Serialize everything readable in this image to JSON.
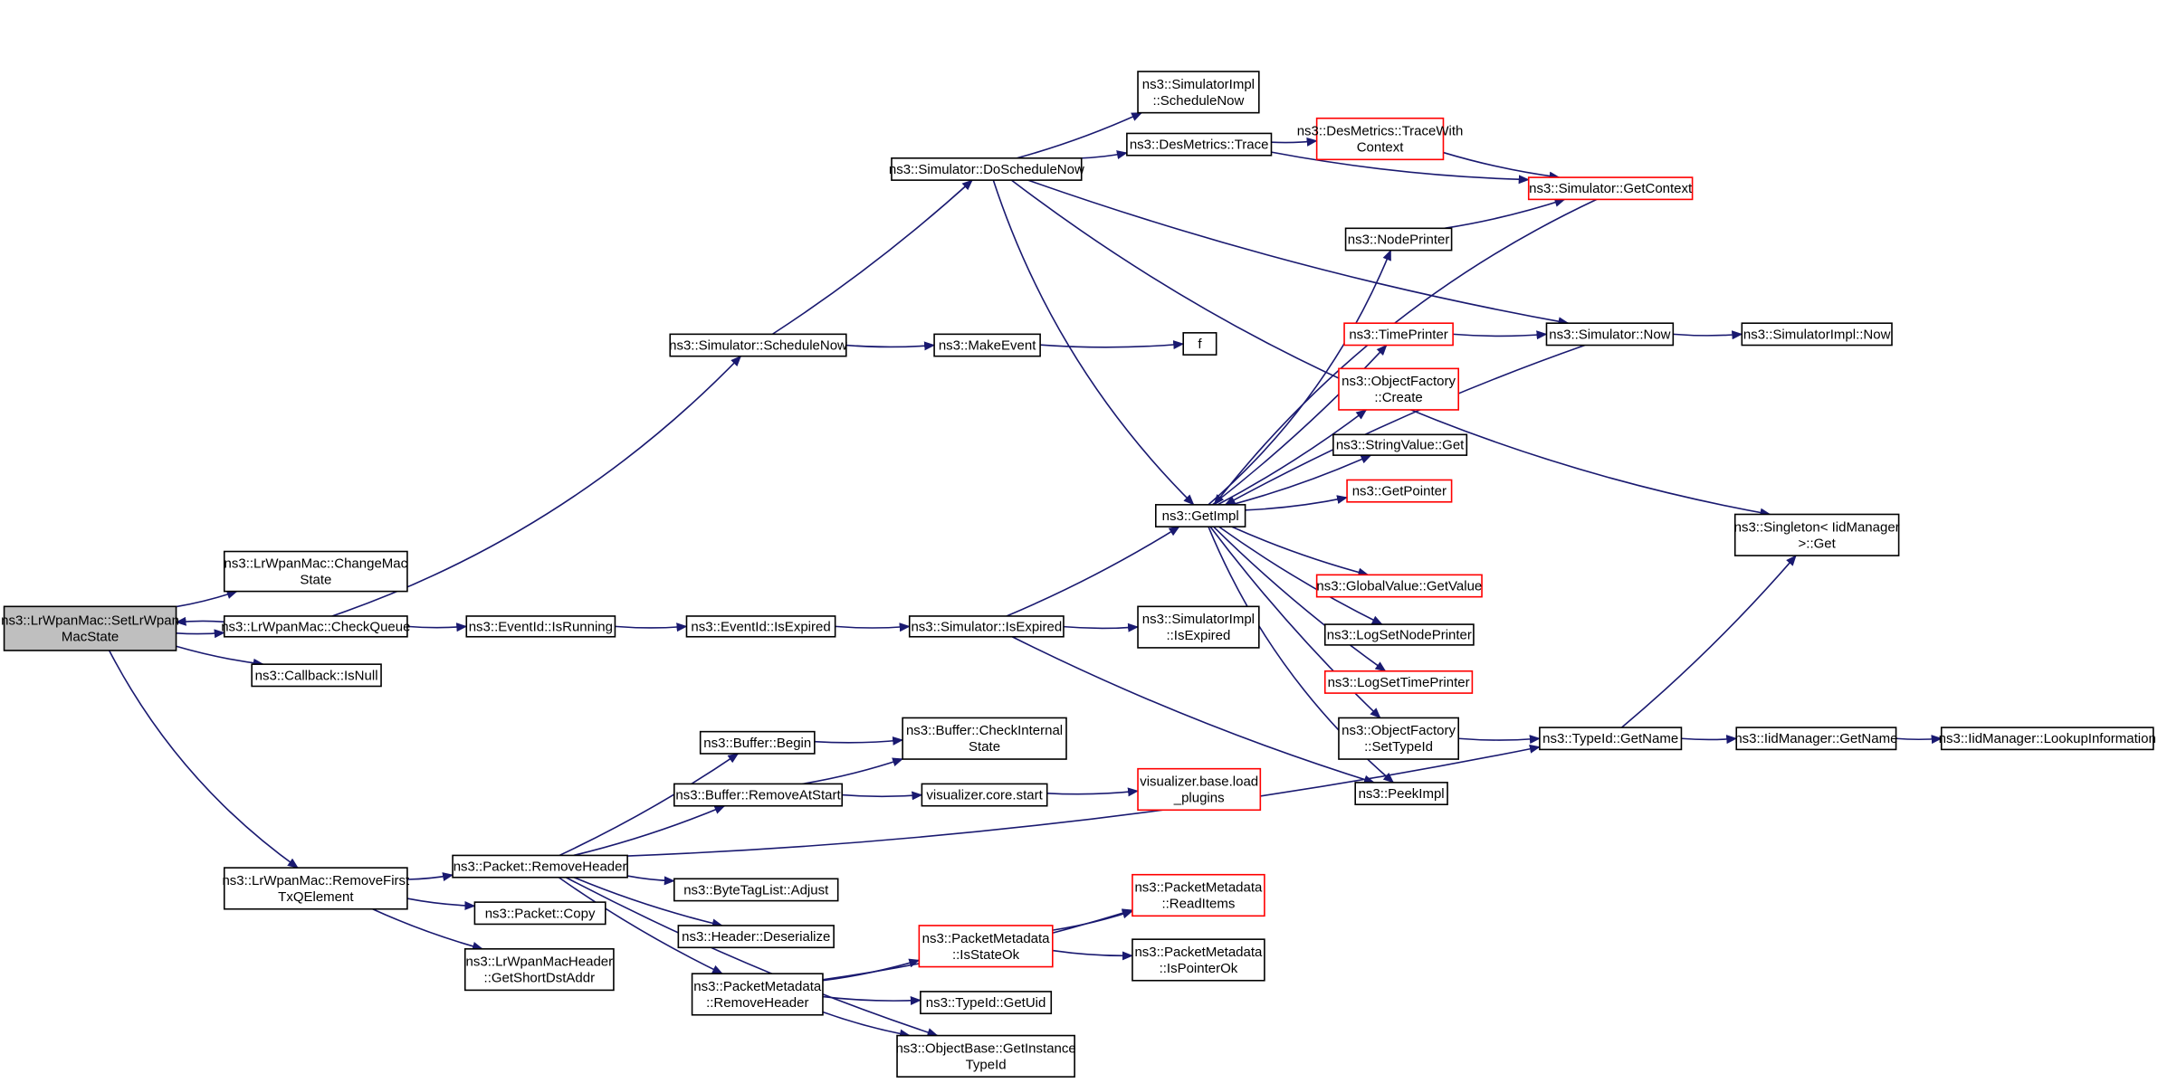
{
  "colors": {
    "edge": "#191970",
    "node_border": "#000000",
    "node_border_truncated": "#ff0000",
    "node_fill": "#ffffff",
    "node_fill_root": "#bfbfbf"
  },
  "nodes": [
    {
      "id": "setmacstate",
      "lines": [
        "ns3::LrWpanMac::SetLrWpan",
        "MacState"
      ],
      "style": "root"
    },
    {
      "id": "changemacstate",
      "lines": [
        "ns3::LrWpanMac::ChangeMac",
        "State"
      ],
      "style": "normal"
    },
    {
      "id": "checkqueue",
      "lines": [
        "ns3::LrWpanMac::CheckQueue"
      ],
      "style": "normal"
    },
    {
      "id": "callbackisnull",
      "lines": [
        "ns3::Callback::IsNull"
      ],
      "style": "normal"
    },
    {
      "id": "removefirst",
      "lines": [
        "ns3::LrWpanMac::RemoveFirst",
        "TxQElement"
      ],
      "style": "normal"
    },
    {
      "id": "sim_schedulenow",
      "lines": [
        "ns3::Simulator::ScheduleNow"
      ],
      "style": "normal"
    },
    {
      "id": "eventid_isrunning",
      "lines": [
        "ns3::EventId::IsRunning"
      ],
      "style": "normal"
    },
    {
      "id": "eventid_isexpired",
      "lines": [
        "ns3::EventId::IsExpired"
      ],
      "style": "normal"
    },
    {
      "id": "sim_isexpired",
      "lines": [
        "ns3::Simulator::IsExpired"
      ],
      "style": "normal"
    },
    {
      "id": "simimpl_isexpired",
      "lines": [
        "ns3::SimulatorImpl",
        "::IsExpired"
      ],
      "style": "normal"
    },
    {
      "id": "sim_doschedulenow",
      "lines": [
        "ns3::Simulator::DoScheduleNow"
      ],
      "style": "normal"
    },
    {
      "id": "makeevent",
      "lines": [
        "ns3::MakeEvent"
      ],
      "style": "normal"
    },
    {
      "id": "f",
      "lines": [
        "f"
      ],
      "style": "normal"
    },
    {
      "id": "simimpl_schedulenow",
      "lines": [
        "ns3::SimulatorImpl",
        "::ScheduleNow"
      ],
      "style": "normal"
    },
    {
      "id": "desmetrics_trace",
      "lines": [
        "ns3::DesMetrics::Trace"
      ],
      "style": "normal"
    },
    {
      "id": "desmetrics_tracewithcontext",
      "lines": [
        "ns3::DesMetrics::TraceWith",
        "Context"
      ],
      "style": "truncated"
    },
    {
      "id": "sim_getcontext",
      "lines": [
        "ns3::Simulator::GetContext"
      ],
      "style": "truncated"
    },
    {
      "id": "nodeprinter",
      "lines": [
        "ns3::NodePrinter"
      ],
      "style": "normal"
    },
    {
      "id": "timeprinter",
      "lines": [
        "ns3::TimePrinter"
      ],
      "style": "truncated"
    },
    {
      "id": "sim_now",
      "lines": [
        "ns3::Simulator::Now"
      ],
      "style": "normal"
    },
    {
      "id": "simimpl_now",
      "lines": [
        "ns3::SimulatorImpl::Now"
      ],
      "style": "normal"
    },
    {
      "id": "objfactory_create",
      "lines": [
        "ns3::ObjectFactory",
        "::Create"
      ],
      "style": "truncated"
    },
    {
      "id": "stringvalue_get",
      "lines": [
        "ns3::StringValue::Get"
      ],
      "style": "normal"
    },
    {
      "id": "getpointer",
      "lines": [
        "ns3::GetPointer"
      ],
      "style": "truncated"
    },
    {
      "id": "getimpl",
      "lines": [
        "ns3::GetImpl"
      ],
      "style": "normal"
    },
    {
      "id": "globalvalue_getvalue",
      "lines": [
        "ns3::GlobalValue::GetValue"
      ],
      "style": "truncated"
    },
    {
      "id": "logsetnodeprinter",
      "lines": [
        "ns3::LogSetNodePrinter"
      ],
      "style": "normal"
    },
    {
      "id": "logsettimeprinter",
      "lines": [
        "ns3::LogSetTimePrinter"
      ],
      "style": "truncated"
    },
    {
      "id": "objfactory_settypeid",
      "lines": [
        "ns3::ObjectFactory",
        "::SetTypeId"
      ],
      "style": "normal"
    },
    {
      "id": "peekimpl",
      "lines": [
        "ns3::PeekImpl"
      ],
      "style": "normal"
    },
    {
      "id": "singleton_get",
      "lines": [
        "ns3::Singleton< IidManager",
        " >::Get"
      ],
      "style": "normal"
    },
    {
      "id": "typeid_getname",
      "lines": [
        "ns3::TypeId::GetName"
      ],
      "style": "normal"
    },
    {
      "id": "iidmanager_getname",
      "lines": [
        "ns3::IidManager::GetName"
      ],
      "style": "normal"
    },
    {
      "id": "iidmanager_lookup",
      "lines": [
        "ns3::IidManager::LookupInformation"
      ],
      "style": "normal"
    },
    {
      "id": "buffer_begin",
      "lines": [
        "ns3::Buffer::Begin"
      ],
      "style": "normal"
    },
    {
      "id": "buffer_checkinternal",
      "lines": [
        "ns3::Buffer::CheckInternal",
        "State"
      ],
      "style": "normal"
    },
    {
      "id": "buffer_removeatstart",
      "lines": [
        "ns3::Buffer::RemoveAtStart"
      ],
      "style": "normal"
    },
    {
      "id": "viz_core_start",
      "lines": [
        "visualizer.core.start"
      ],
      "style": "normal"
    },
    {
      "id": "viz_base_load",
      "lines": [
        "visualizer.base.load",
        "_plugins"
      ],
      "style": "truncated"
    },
    {
      "id": "packet_removeheader",
      "lines": [
        "ns3::Packet::RemoveHeader"
      ],
      "style": "normal"
    },
    {
      "id": "packet_copy",
      "lines": [
        "ns3::Packet::Copy"
      ],
      "style": "normal"
    },
    {
      "id": "lrwpanmacheader",
      "lines": [
        "ns3::LrWpanMacHeader",
        "::GetShortDstAddr"
      ],
      "style": "normal"
    },
    {
      "id": "bytetaglist_adjust",
      "lines": [
        "ns3::ByteTagList::Adjust"
      ],
      "style": "normal"
    },
    {
      "id": "header_deserialize",
      "lines": [
        "ns3::Header::Deserialize"
      ],
      "style": "normal"
    },
    {
      "id": "pktmeta_removeheader",
      "lines": [
        "ns3::PacketMetadata",
        "::RemoveHeader"
      ],
      "style": "normal"
    },
    {
      "id": "pktmeta_isstateok",
      "lines": [
        "ns3::PacketMetadata",
        "::IsStateOk"
      ],
      "style": "truncated"
    },
    {
      "id": "pktmeta_readitems",
      "lines": [
        "ns3::PacketMetadata",
        "::ReadItems"
      ],
      "style": "truncated"
    },
    {
      "id": "pktmeta_ispointerok",
      "lines": [
        "ns3::PacketMetadata",
        "::IsPointerOk"
      ],
      "style": "normal"
    },
    {
      "id": "typeid_getuid",
      "lines": [
        "ns3::TypeId::GetUid"
      ],
      "style": "normal"
    },
    {
      "id": "objbase_getinstancetypeid",
      "lines": [
        "ns3::ObjectBase::GetInstance",
        "TypeId"
      ],
      "style": "normal"
    }
  ],
  "edges": [
    {
      "from": "setmacstate",
      "to": "changemacstate"
    },
    {
      "from": "setmacstate",
      "to": "checkqueue"
    },
    {
      "from": "checkqueue",
      "to": "setmacstate"
    },
    {
      "from": "setmacstate",
      "to": "callbackisnull"
    },
    {
      "from": "setmacstate",
      "to": "removefirst"
    },
    {
      "from": "checkqueue",
      "to": "sim_schedulenow"
    },
    {
      "from": "checkqueue",
      "to": "eventid_isrunning"
    },
    {
      "from": "eventid_isrunning",
      "to": "eventid_isexpired"
    },
    {
      "from": "eventid_isexpired",
      "to": "sim_isexpired"
    },
    {
      "from": "sim_isexpired",
      "to": "simimpl_isexpired"
    },
    {
      "from": "sim_isexpired",
      "to": "getimpl"
    },
    {
      "from": "sim_isexpired",
      "to": "peekimpl"
    },
    {
      "from": "sim_schedulenow",
      "to": "sim_doschedulenow"
    },
    {
      "from": "sim_schedulenow",
      "to": "makeevent"
    },
    {
      "from": "makeevent",
      "to": "f"
    },
    {
      "from": "sim_doschedulenow",
      "to": "simimpl_schedulenow"
    },
    {
      "from": "sim_doschedulenow",
      "to": "desmetrics_trace"
    },
    {
      "from": "sim_doschedulenow",
      "to": "getimpl"
    },
    {
      "from": "sim_doschedulenow",
      "to": "sim_now"
    },
    {
      "from": "sim_doschedulenow",
      "to": "singleton_get"
    },
    {
      "from": "desmetrics_trace",
      "to": "desmetrics_tracewithcontext"
    },
    {
      "from": "desmetrics_trace",
      "to": "sim_getcontext"
    },
    {
      "from": "desmetrics_tracewithcontext",
      "to": "sim_getcontext"
    },
    {
      "from": "nodeprinter",
      "to": "sim_getcontext"
    },
    {
      "from": "timeprinter",
      "to": "sim_now"
    },
    {
      "from": "sim_now",
      "to": "simimpl_now"
    },
    {
      "from": "sim_now",
      "to": "getimpl"
    },
    {
      "from": "sim_getcontext",
      "to": "getimpl"
    },
    {
      "from": "getimpl",
      "to": "nodeprinter"
    },
    {
      "from": "getimpl",
      "to": "timeprinter"
    },
    {
      "from": "getimpl",
      "to": "objfactory_create"
    },
    {
      "from": "getimpl",
      "to": "stringvalue_get"
    },
    {
      "from": "getimpl",
      "to": "getpointer"
    },
    {
      "from": "getimpl",
      "to": "globalvalue_getvalue"
    },
    {
      "from": "getimpl",
      "to": "logsetnodeprinter"
    },
    {
      "from": "getimpl",
      "to": "logsettimeprinter"
    },
    {
      "from": "getimpl",
      "to": "objfactory_settypeid"
    },
    {
      "from": "getimpl",
      "to": "peekimpl"
    },
    {
      "from": "objfactory_settypeid",
      "to": "typeid_getname"
    },
    {
      "from": "typeid_getname",
      "to": "singleton_get"
    },
    {
      "from": "typeid_getname",
      "to": "iidmanager_getname"
    },
    {
      "from": "iidmanager_getname",
      "to": "iidmanager_lookup"
    },
    {
      "from": "removefirst",
      "to": "packet_removeheader"
    },
    {
      "from": "removefirst",
      "to": "packet_copy"
    },
    {
      "from": "removefirst",
      "to": "lrwpanmacheader"
    },
    {
      "from": "packet_removeheader",
      "to": "buffer_begin"
    },
    {
      "from": "packet_removeheader",
      "to": "buffer_removeatstart"
    },
    {
      "from": "packet_removeheader",
      "to": "typeid_getname"
    },
    {
      "from": "packet_removeheader",
      "to": "bytetaglist_adjust"
    },
    {
      "from": "packet_removeheader",
      "to": "header_deserialize"
    },
    {
      "from": "packet_removeheader",
      "to": "pktmeta_removeheader"
    },
    {
      "from": "packet_removeheader",
      "to": "objbase_getinstancetypeid"
    },
    {
      "from": "buffer_begin",
      "to": "buffer_checkinternal"
    },
    {
      "from": "buffer_removeatstart",
      "to": "buffer_checkinternal"
    },
    {
      "from": "buffer_removeatstart",
      "to": "viz_core_start"
    },
    {
      "from": "viz_core_start",
      "to": "viz_base_load"
    },
    {
      "from": "pktmeta_removeheader",
      "to": "pktmeta_isstateok"
    },
    {
      "from": "pktmeta_removeheader",
      "to": "pktmeta_readitems"
    },
    {
      "from": "pktmeta_removeheader",
      "to": "typeid_getuid"
    },
    {
      "from": "pktmeta_removeheader",
      "to": "objbase_getinstancetypeid"
    },
    {
      "from": "pktmeta_isstateok",
      "to": "pktmeta_readitems"
    },
    {
      "from": "pktmeta_isstateok",
      "to": "pktmeta_ispointerok"
    }
  ]
}
